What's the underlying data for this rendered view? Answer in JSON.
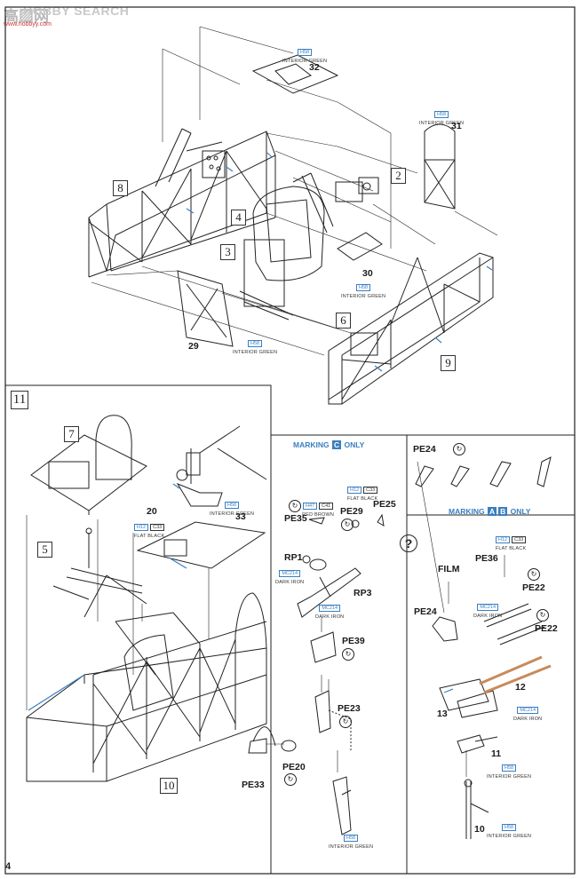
{
  "watermark": {
    "mark": "高▨网",
    "text": "HOBBY SEARCH",
    "url": "www.hobbyy.com"
  },
  "page_number": "4",
  "step_boxes": {
    "s2": "2",
    "s3": "3",
    "s4": "4",
    "s6": "6",
    "s8": "8",
    "s9": "9",
    "s10": "10",
    "s11": "11",
    "s5": "5",
    "s7": "7"
  },
  "parts": {
    "p32": "32",
    "p31": "31",
    "p30": "30",
    "p29": "29",
    "p33": "33",
    "p20": "20",
    "pe35": "PE35",
    "pe29": "PE29",
    "pe25": "PE25",
    "rp1": "RP1",
    "rp3": "RP3",
    "pe39": "PE39",
    "pe23": "PE23",
    "pe20": "PE20",
    "pe33": "PE33",
    "pe24a": "PE24",
    "pe24b": "PE24",
    "pe36": "PE36",
    "pe22a": "PE22",
    "pe22b": "PE22",
    "film": "FILM",
    "p12": "12",
    "p13": "13",
    "p11": "11",
    "p10": "10",
    "question": "?"
  },
  "paints": {
    "h58": "H58",
    "interior_green": "INTERIOR GREEN",
    "h12": "H12",
    "c33": "C33",
    "flat_black": "FLAT BLACK",
    "h47": "H47",
    "c41": "C41",
    "red_brown": "RED BROWN",
    "mc214": "MC214",
    "dark_iron": "DARK IRON"
  },
  "banners": {
    "marking_c_pre": "MARKING",
    "marking_c_box": "C",
    "marking_c_post": "ONLY",
    "marking_ab_pre": "MARKING",
    "marking_ab_a": "A",
    "marking_ab_b": "B",
    "marking_ab_post": "ONLY"
  },
  "colors": {
    "accent": "#3a7fc1",
    "line": "#222222"
  }
}
